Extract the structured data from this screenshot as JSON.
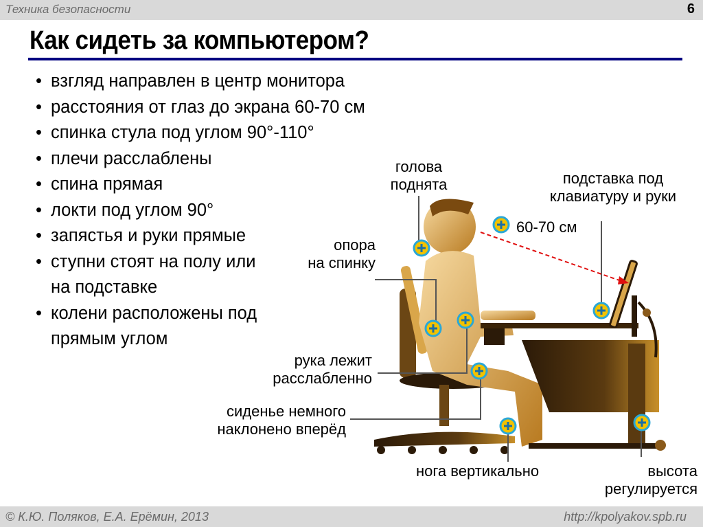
{
  "header": {
    "section": "Техника безопасности",
    "page_number": "6"
  },
  "title": "Как сидеть за компьютером?",
  "bullets": [
    "взгляд направлен в центр монитора",
    "расстояния от глаз до экрана 60-70 см",
    "спинка стула под углом 90°-110°",
    "плечи расслаблены",
    "спина прямая",
    "локти под углом 90°",
    "запястья и руки прямые",
    "ступни стоят на полу или на подставке",
    "колени расположены под прямым углом"
  ],
  "illustration": {
    "labels": {
      "head": [
        "голова",
        "поднята"
      ],
      "keyboard": [
        "подставка под",
        "клавиатуру и руки"
      ],
      "distance": "60-70 см",
      "back": [
        "опора",
        "на спинку"
      ],
      "arm": [
        "рука лежит",
        "расслабленно"
      ],
      "seat": [
        "сиденье немного",
        "наклонено вперёд"
      ],
      "leg": "нога вертикально",
      "height": [
        "высота",
        "регулируется"
      ]
    },
    "colors": {
      "marker": "#2aa7d6",
      "marker_fill": "#f2c200",
      "arrow": "#e01010",
      "leader": "#555555",
      "figure": "#c8902a"
    }
  },
  "footer": {
    "copyright": "© К.Ю. Поляков, Е.А. Ерёмин, 2013",
    "url": "http://kpolyakov.spb.ru"
  }
}
